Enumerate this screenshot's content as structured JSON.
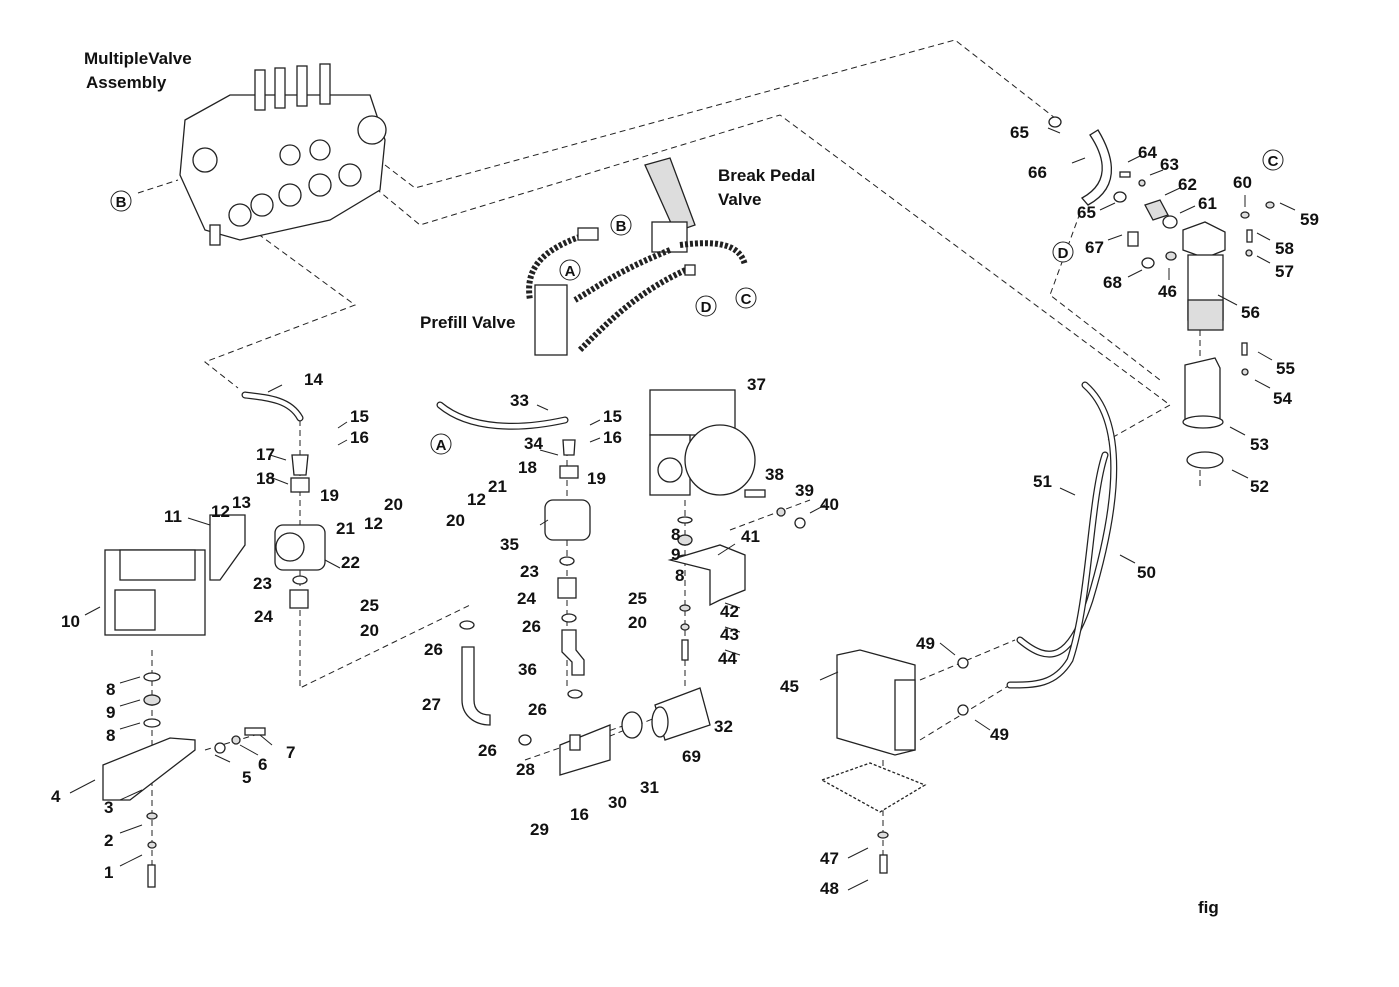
{
  "figure": {
    "caption": "fig",
    "assemblies": {
      "multiple_valve": "MultipleValve\nAssembly",
      "multiple_valve_line1": "MultipleValve",
      "multiple_valve_line2": "Assembly",
      "break_pedal_line1": "Break Pedal",
      "break_pedal_line2": "Valve",
      "prefill_valve": "Prefill Valve"
    },
    "connection_callouts": [
      "A",
      "B",
      "C",
      "D"
    ],
    "part_numbers": [
      "1",
      "2",
      "3",
      "4",
      "5",
      "6",
      "7",
      "8",
      "9",
      "10",
      "11",
      "12",
      "13",
      "14",
      "15",
      "16",
      "17",
      "18",
      "19",
      "20",
      "21",
      "22",
      "23",
      "24",
      "25",
      "26",
      "27",
      "28",
      "29",
      "30",
      "31",
      "32",
      "33",
      "34",
      "35",
      "36",
      "37",
      "38",
      "39",
      "40",
      "41",
      "42",
      "43",
      "44",
      "45",
      "46",
      "47",
      "48",
      "49",
      "50",
      "51",
      "52",
      "53",
      "54",
      "55",
      "56",
      "57",
      "58",
      "59",
      "60",
      "61",
      "62",
      "63",
      "64",
      "65",
      "66",
      "67",
      "68",
      "69"
    ]
  },
  "labels": [
    {
      "id": "l1",
      "text": "1"
    },
    {
      "id": "l2",
      "text": "2"
    },
    {
      "id": "l3",
      "text": "3"
    },
    {
      "id": "l4",
      "text": "4"
    },
    {
      "id": "l5",
      "text": "5"
    },
    {
      "id": "l6",
      "text": "6"
    },
    {
      "id": "l7",
      "text": "7"
    },
    {
      "id": "l8a",
      "text": "8"
    },
    {
      "id": "l9a",
      "text": "9"
    },
    {
      "id": "l8b",
      "text": "8"
    },
    {
      "id": "l10",
      "text": "10"
    },
    {
      "id": "l11",
      "text": "11"
    },
    {
      "id": "l12a",
      "text": "12"
    },
    {
      "id": "l13",
      "text": "13"
    },
    {
      "id": "l14",
      "text": "14"
    },
    {
      "id": "l15a",
      "text": "15"
    },
    {
      "id": "l16a",
      "text": "16"
    },
    {
      "id": "l17",
      "text": "17"
    },
    {
      "id": "l18a",
      "text": "18"
    },
    {
      "id": "l19a",
      "text": "19"
    },
    {
      "id": "l20a",
      "text": "20"
    },
    {
      "id": "l21a",
      "text": "21"
    },
    {
      "id": "l12b",
      "text": "12"
    },
    {
      "id": "l22",
      "text": "22"
    },
    {
      "id": "l23a",
      "text": "23"
    },
    {
      "id": "l24a",
      "text": "24"
    },
    {
      "id": "l25a",
      "text": "25"
    },
    {
      "id": "l20b",
      "text": "20"
    },
    {
      "id": "l33",
      "text": "33"
    },
    {
      "id": "l15b",
      "text": "15"
    },
    {
      "id": "l16b",
      "text": "16"
    },
    {
      "id": "l34",
      "text": "34"
    },
    {
      "id": "l18b",
      "text": "18"
    },
    {
      "id": "l19b",
      "text": "19"
    },
    {
      "id": "l21b",
      "text": "21"
    },
    {
      "id": "l12c",
      "text": "12"
    },
    {
      "id": "l20c",
      "text": "20"
    },
    {
      "id": "l35",
      "text": "35"
    },
    {
      "id": "l23b",
      "text": "23"
    },
    {
      "id": "l24b",
      "text": "24"
    },
    {
      "id": "l25b",
      "text": "25"
    },
    {
      "id": "l20d",
      "text": "20"
    },
    {
      "id": "l26a",
      "text": "26"
    },
    {
      "id": "l26b",
      "text": "26"
    },
    {
      "id": "l36",
      "text": "36"
    },
    {
      "id": "l27",
      "text": "27"
    },
    {
      "id": "l26c",
      "text": "26"
    },
    {
      "id": "l26d",
      "text": "26"
    },
    {
      "id": "l28",
      "text": "28"
    },
    {
      "id": "l29",
      "text": "29"
    },
    {
      "id": "l16c",
      "text": "16"
    },
    {
      "id": "l30",
      "text": "30"
    },
    {
      "id": "l31",
      "text": "31"
    },
    {
      "id": "l69",
      "text": "69"
    },
    {
      "id": "l32",
      "text": "32"
    },
    {
      "id": "l37",
      "text": "37"
    },
    {
      "id": "l38",
      "text": "38"
    },
    {
      "id": "l39",
      "text": "39"
    },
    {
      "id": "l40",
      "text": "40"
    },
    {
      "id": "l8c",
      "text": "8"
    },
    {
      "id": "l9b",
      "text": "9"
    },
    {
      "id": "l8d",
      "text": "8"
    },
    {
      "id": "l41",
      "text": "41"
    },
    {
      "id": "l42",
      "text": "42"
    },
    {
      "id": "l43",
      "text": "43"
    },
    {
      "id": "l44",
      "text": "44"
    },
    {
      "id": "l45",
      "text": "45"
    },
    {
      "id": "l49a",
      "text": "49"
    },
    {
      "id": "l49b",
      "text": "49"
    },
    {
      "id": "l47",
      "text": "47"
    },
    {
      "id": "l48",
      "text": "48"
    },
    {
      "id": "l50",
      "text": "50"
    },
    {
      "id": "l51",
      "text": "51"
    },
    {
      "id": "l52",
      "text": "52"
    },
    {
      "id": "l53",
      "text": "53"
    },
    {
      "id": "l54",
      "text": "54"
    },
    {
      "id": "l55",
      "text": "55"
    },
    {
      "id": "l56",
      "text": "56"
    },
    {
      "id": "l57",
      "text": "57"
    },
    {
      "id": "l58",
      "text": "58"
    },
    {
      "id": "l59",
      "text": "59"
    },
    {
      "id": "l60",
      "text": "60"
    },
    {
      "id": "l61",
      "text": "61"
    },
    {
      "id": "l62",
      "text": "62"
    },
    {
      "id": "l63",
      "text": "63"
    },
    {
      "id": "l64",
      "text": "64"
    },
    {
      "id": "l65a",
      "text": "65"
    },
    {
      "id": "l65b",
      "text": "65"
    },
    {
      "id": "l66",
      "text": "66"
    },
    {
      "id": "l67",
      "text": "67"
    },
    {
      "id": "l68",
      "text": "68"
    },
    {
      "id": "l46",
      "text": "46"
    }
  ],
  "callouts": [
    {
      "id": "cB1",
      "text": "B"
    },
    {
      "id": "cB2",
      "text": "B"
    },
    {
      "id": "cA1",
      "text": "A"
    },
    {
      "id": "cA2",
      "text": "A"
    },
    {
      "id": "cC1",
      "text": "C"
    },
    {
      "id": "cC2",
      "text": "C"
    },
    {
      "id": "cD1",
      "text": "D"
    },
    {
      "id": "cD2",
      "text": "D"
    }
  ]
}
